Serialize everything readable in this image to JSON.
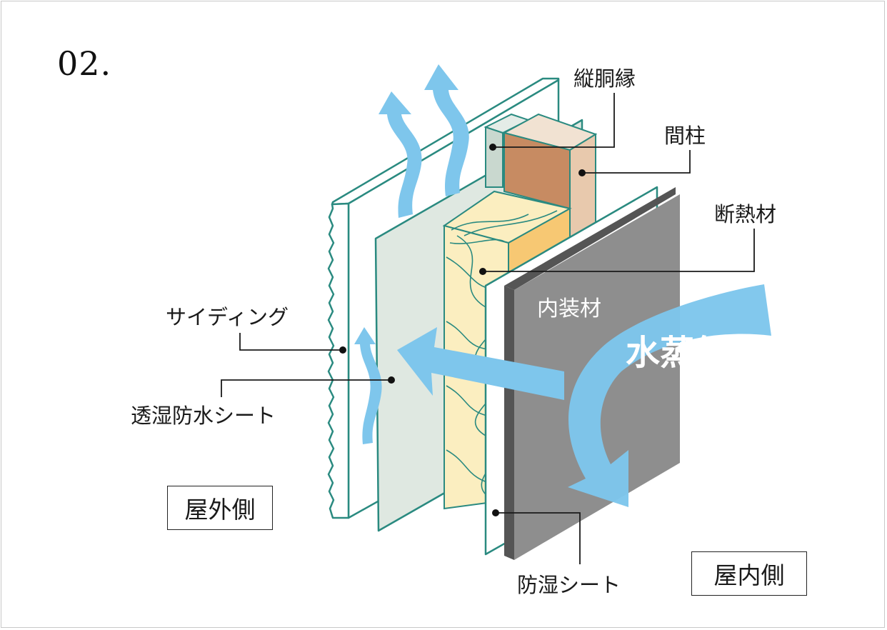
{
  "figure_number": "02.",
  "labels": {
    "furring_strip": "縦胴縁",
    "stud": "間柱",
    "insulation": "断熱材",
    "siding": "サイディング",
    "breathable_sheet": "透湿防水シート",
    "vapor_barrier": "防湿シート",
    "interior_finish": "内装材",
    "water_vapor": "水蒸気"
  },
  "sides": {
    "outdoor": "屋外側",
    "indoor": "屋内側"
  },
  "colors": {
    "outline": "#2a8a80",
    "arrow": "#7ec6ec",
    "siding": "#ffffff",
    "breathable_sheet": "#dfe8e1",
    "insulation_light": "#fbeec0",
    "insulation_side": "#f7c873",
    "stud_front": "#c78b62",
    "stud_side": "#e8c9ad",
    "furring": "#c9d8cf",
    "interior_finish": "#8e8e8e",
    "interior_edge": "#555555"
  }
}
